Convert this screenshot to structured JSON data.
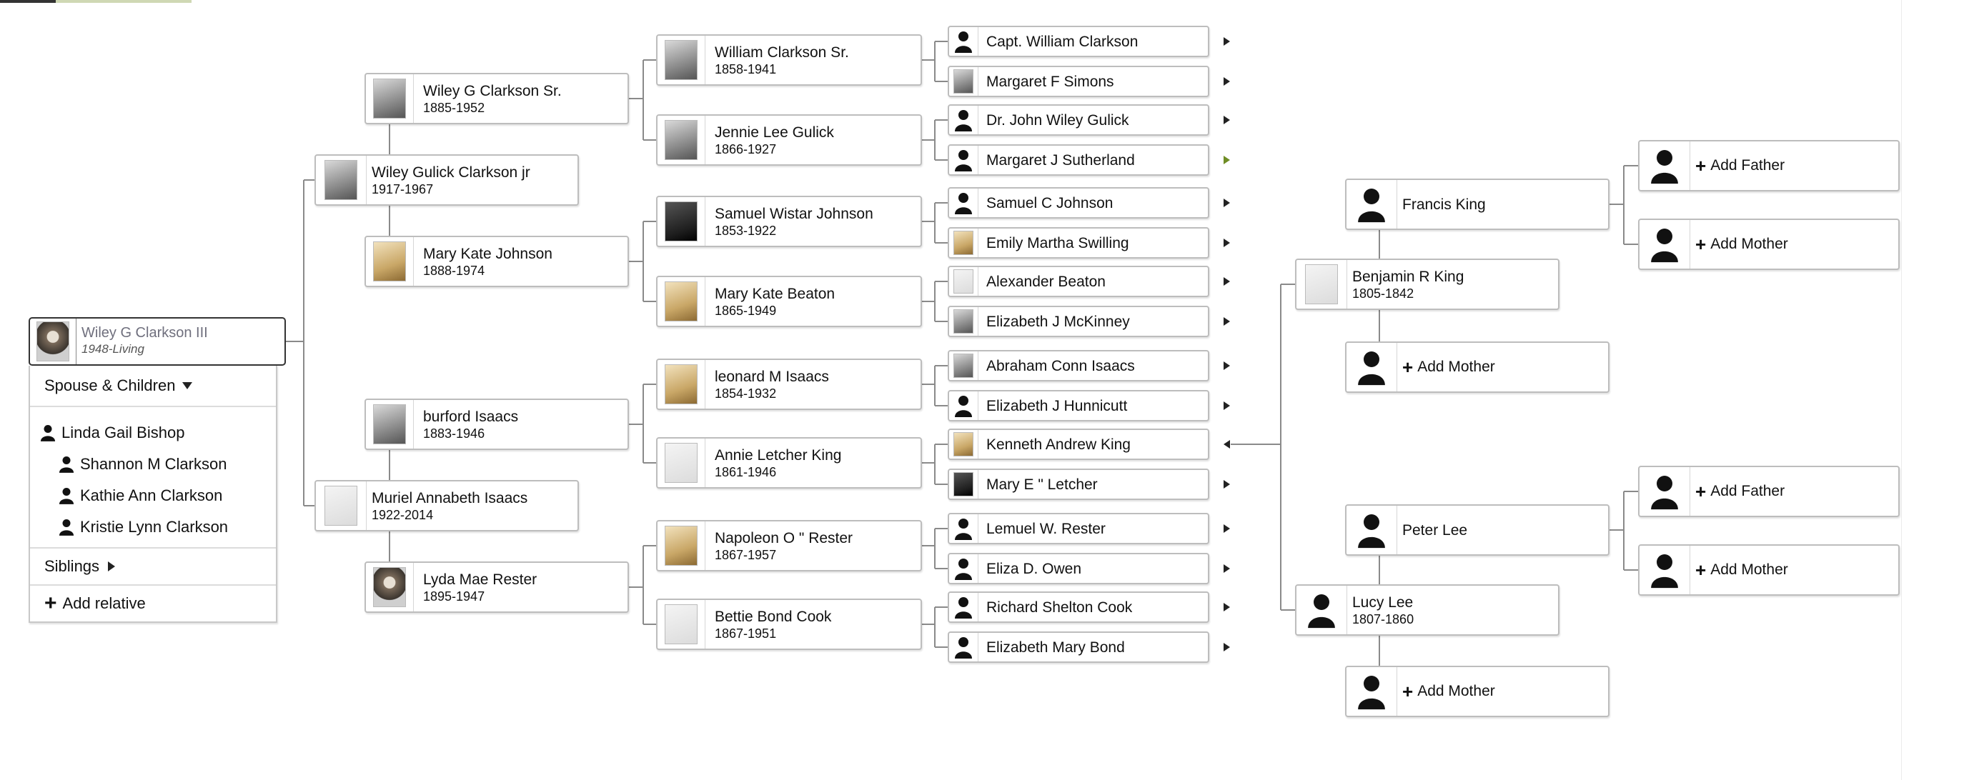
{
  "root": {
    "name": "Wiley G Clarkson III",
    "dates": "1948-Living"
  },
  "panel": {
    "spouse_children_label": "Spouse & Children",
    "spouse": "Linda Gail Bishop",
    "children": [
      "Shannon M Clarkson",
      "Kathie Ann Clarkson",
      "Kristie Lynn Clarkson"
    ],
    "siblings_label": "Siblings",
    "add_relative_label": "Add relative"
  },
  "gen1": {
    "father": {
      "name": "Wiley Gulick Clarkson jr",
      "dates": "1917-1967"
    },
    "mother": {
      "name": "Muriel Annabeth Isaacs",
      "dates": "1922-2014"
    }
  },
  "gen2": [
    {
      "name": "Wiley G Clarkson Sr.",
      "dates": "1885-1952"
    },
    {
      "name": "Mary Kate Johnson",
      "dates": "1888-1974"
    },
    {
      "name": "burford Isaacs",
      "dates": "1883-1946"
    },
    {
      "name": "Lyda Mae Rester",
      "dates": "1895-1947"
    }
  ],
  "gen3": [
    {
      "name": "William Clarkson Sr.",
      "dates": "1858-1941"
    },
    {
      "name": "Jennie Lee Gulick",
      "dates": "1866-1927"
    },
    {
      "name": "Samuel Wistar Johnson",
      "dates": "1853-1922"
    },
    {
      "name": "Mary Kate Beaton",
      "dates": "1865-1949"
    },
    {
      "name": "leonard M Isaacs",
      "dates": "1854-1932"
    },
    {
      "name": "Annie Letcher King",
      "dates": "1861-1946"
    },
    {
      "name": "Napoleon O \" Rester",
      "dates": "1867-1957"
    },
    {
      "name": "Bettie Bond Cook",
      "dates": "1867-1951"
    }
  ],
  "gen4": [
    "Capt. William Clarkson",
    "Margaret F Simons",
    "Dr. John Wiley Gulick",
    "Margaret J Sutherland",
    "Samuel C Johnson",
    "Emily Martha Swilling",
    "Alexander Beaton",
    "Elizabeth J McKinney",
    "Abraham Conn Isaacs",
    "Elizabeth J Hunnicutt",
    "Kenneth Andrew King",
    "Mary E \" Letcher",
    "Lemuel W. Rester",
    "Eliza D. Owen",
    "Richard Shelton Cook",
    "Elizabeth Mary Bond"
  ],
  "expanded": {
    "father": {
      "name": "Benjamin R King",
      "dates": "1805-1842"
    },
    "mother": {
      "name": "Lucy Lee",
      "dates": "1807-1860"
    },
    "paternal_grandfather": {
      "name": "Francis King"
    },
    "maternal_grandfather": {
      "name": "Peter Lee"
    },
    "add_father_label": "Add Father",
    "add_mother_label": "Add Mother"
  },
  "colors": {
    "connector": "#8a8a8a",
    "arrow": "#222222",
    "arrow_highlight": "#6f8d25"
  }
}
